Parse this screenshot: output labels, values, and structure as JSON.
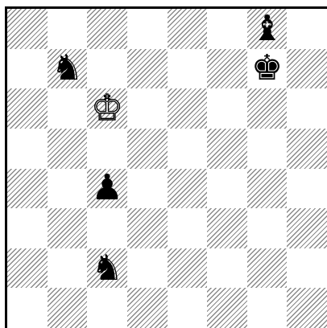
{
  "board": {
    "orientation": "white-at-bottom",
    "light_square_color": "#ffffff",
    "dark_square_pattern": "diagonal-hatch",
    "pieces": [
      {
        "square": "g8",
        "color": "black",
        "type": "bishop",
        "glyph": "♝",
        "icon": "black-bishop-icon"
      },
      {
        "square": "b7",
        "color": "black",
        "type": "knight",
        "glyph": "♞",
        "icon": "black-knight-icon"
      },
      {
        "square": "g7",
        "color": "black",
        "type": "king",
        "glyph": "♚",
        "icon": "black-king-icon"
      },
      {
        "square": "c6",
        "color": "white",
        "type": "king",
        "glyph": "♔",
        "icon": "white-king-icon"
      },
      {
        "square": "c4",
        "color": "black",
        "type": "pawn",
        "glyph": "♟",
        "icon": "black-pawn-icon"
      },
      {
        "square": "c2",
        "color": "black",
        "type": "knight",
        "glyph": "♞",
        "icon": "black-knight-icon"
      }
    ]
  }
}
